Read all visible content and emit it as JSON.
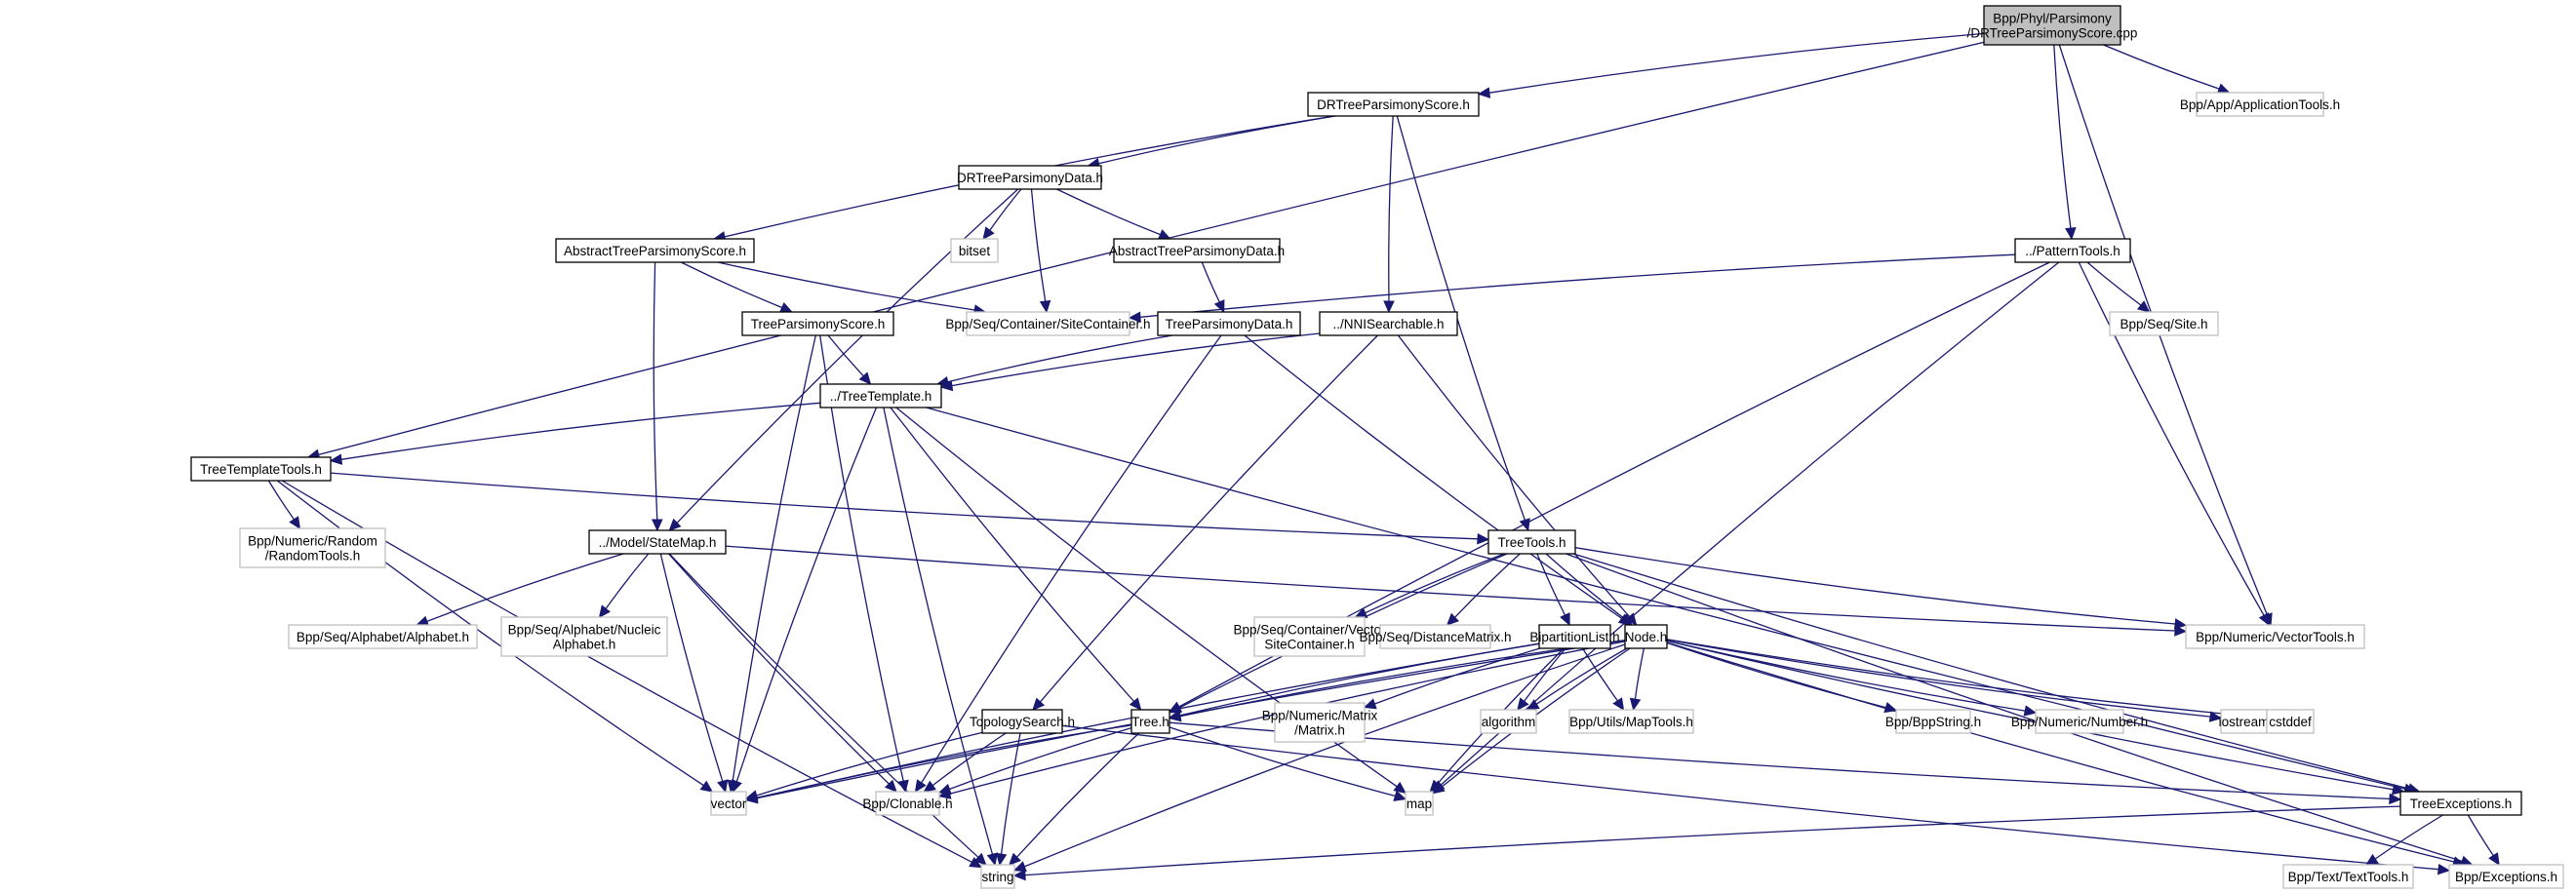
{
  "title": "Bpp/Phyl/Parsimony/DRTreeParsimonyScore.cpp include dependency graph",
  "colors": {
    "edge": "#191970",
    "root_fill": "#bfbfbf",
    "internal_border": "#000000",
    "external_border": "#bfbfbf"
  },
  "nodes": [
    {
      "id": "root",
      "kind": "root",
      "lines": [
        "Bpp/Phyl/Parsimony",
        "/DRTreeParsimonyScore.cpp"
      ]
    },
    {
      "id": "drtps",
      "kind": "internal",
      "lines": [
        "DRTreeParsimonyScore.h"
      ]
    },
    {
      "id": "apptools",
      "kind": "external",
      "lines": [
        "Bpp/App/ApplicationTools.h"
      ]
    },
    {
      "id": "drtpd",
      "kind": "internal",
      "lines": [
        "DRTreeParsimonyData.h"
      ]
    },
    {
      "id": "atps",
      "kind": "internal",
      "lines": [
        "AbstractTreeParsimonyScore.h"
      ]
    },
    {
      "id": "bitset",
      "kind": "external",
      "lines": [
        "bitset"
      ]
    },
    {
      "id": "atpd",
      "kind": "internal",
      "lines": [
        "AbstractTreeParsimonyData.h"
      ]
    },
    {
      "id": "pattern",
      "kind": "internal",
      "lines": [
        "../PatternTools.h"
      ]
    },
    {
      "id": "sitecont",
      "kind": "external",
      "lines": [
        "Bpp/Seq/Container/SiteContainer.h"
      ]
    },
    {
      "id": "tps",
      "kind": "internal",
      "lines": [
        "TreeParsimonyScore.h"
      ]
    },
    {
      "id": "tpd",
      "kind": "internal",
      "lines": [
        "TreeParsimonyData.h"
      ]
    },
    {
      "id": "nni",
      "kind": "internal",
      "lines": [
        "../NNISearchable.h"
      ]
    },
    {
      "id": "site",
      "kind": "external",
      "lines": [
        "Bpp/Seq/Site.h"
      ]
    },
    {
      "id": "treetpl",
      "kind": "internal",
      "lines": [
        "../TreeTemplate.h"
      ]
    },
    {
      "id": "ttt",
      "kind": "internal",
      "lines": [
        "TreeTemplateTools.h"
      ]
    },
    {
      "id": "random",
      "kind": "external",
      "lines": [
        "Bpp/Numeric/Random",
        "/RandomTools.h"
      ]
    },
    {
      "id": "statemap",
      "kind": "internal",
      "lines": [
        "../Model/StateMap.h"
      ]
    },
    {
      "id": "treetools",
      "kind": "internal",
      "lines": [
        "TreeTools.h"
      ]
    },
    {
      "id": "alphabet",
      "kind": "external",
      "lines": [
        "Bpp/Seq/Alphabet/Alphabet.h"
      ]
    },
    {
      "id": "nucleic",
      "kind": "external",
      "lines": [
        "Bpp/Seq/Alphabet/Nucleic",
        "Alphabet.h"
      ]
    },
    {
      "id": "vsc",
      "kind": "external",
      "lines": [
        "Bpp/Seq/Container/Vector",
        "SiteContainer.h"
      ]
    },
    {
      "id": "distmat",
      "kind": "external",
      "lines": [
        "Bpp/Seq/DistanceMatrix.h"
      ]
    },
    {
      "id": "bipart",
      "kind": "internal",
      "lines": [
        "BipartitionList.h"
      ]
    },
    {
      "id": "node",
      "kind": "internal",
      "lines": [
        "Node.h"
      ]
    },
    {
      "id": "vectools",
      "kind": "external",
      "lines": [
        "Bpp/Numeric/VectorTools.h"
      ]
    },
    {
      "id": "topo",
      "kind": "internal",
      "lines": [
        "TopologySearch.h"
      ]
    },
    {
      "id": "tree",
      "kind": "internal",
      "lines": [
        "Tree.h"
      ]
    },
    {
      "id": "matrix",
      "kind": "external",
      "lines": [
        "Bpp/Numeric/Matrix",
        "/Matrix.h"
      ]
    },
    {
      "id": "algorithm",
      "kind": "external",
      "lines": [
        "algorithm"
      ]
    },
    {
      "id": "maptools",
      "kind": "external",
      "lines": [
        "Bpp/Utils/MapTools.h"
      ]
    },
    {
      "id": "bppstring",
      "kind": "external",
      "lines": [
        "Bpp/BppString.h"
      ]
    },
    {
      "id": "number",
      "kind": "external",
      "lines": [
        "Bpp/Numeric/Number.h"
      ]
    },
    {
      "id": "iostream",
      "kind": "external",
      "lines": [
        "iostream"
      ]
    },
    {
      "id": "cstddef",
      "kind": "external",
      "lines": [
        "cstddef"
      ]
    },
    {
      "id": "vector",
      "kind": "external",
      "lines": [
        "vector"
      ]
    },
    {
      "id": "clonable",
      "kind": "external",
      "lines": [
        "Bpp/Clonable.h"
      ]
    },
    {
      "id": "map",
      "kind": "external",
      "lines": [
        "map"
      ]
    },
    {
      "id": "treeexc",
      "kind": "internal",
      "lines": [
        "TreeExceptions.h"
      ]
    },
    {
      "id": "string",
      "kind": "external",
      "lines": [
        "string"
      ]
    },
    {
      "id": "texttools",
      "kind": "external",
      "lines": [
        "Bpp/Text/TextTools.h"
      ]
    },
    {
      "id": "exceptions",
      "kind": "external",
      "lines": [
        "Bpp/Exceptions.h"
      ]
    }
  ],
  "edges": [
    [
      "root",
      "drtps"
    ],
    [
      "root",
      "apptools"
    ],
    [
      "root",
      "pattern"
    ],
    [
      "root",
      "ttt"
    ],
    [
      "root",
      "vectools"
    ],
    [
      "drtps",
      "drtpd"
    ],
    [
      "drtps",
      "atps"
    ],
    [
      "drtps",
      "nni"
    ],
    [
      "drtps",
      "treetools"
    ],
    [
      "drtpd",
      "bitset"
    ],
    [
      "drtpd",
      "atpd"
    ],
    [
      "drtpd",
      "sitecont"
    ],
    [
      "drtpd",
      "statemap"
    ],
    [
      "atps",
      "tps"
    ],
    [
      "atps",
      "sitecont"
    ],
    [
      "atps",
      "statemap"
    ],
    [
      "atpd",
      "tpd"
    ],
    [
      "pattern",
      "sitecont"
    ],
    [
      "pattern",
      "site"
    ],
    [
      "pattern",
      "vectools"
    ],
    [
      "pattern",
      "tree"
    ],
    [
      "pattern",
      "map"
    ],
    [
      "tps",
      "treetpl"
    ],
    [
      "tps",
      "clonable"
    ],
    [
      "tps",
      "vector"
    ],
    [
      "tpd",
      "treetpl"
    ],
    [
      "tpd",
      "node"
    ],
    [
      "tpd",
      "clonable"
    ],
    [
      "nni",
      "treetpl"
    ],
    [
      "nni",
      "topo"
    ],
    [
      "nni",
      "node"
    ],
    [
      "treetpl",
      "ttt"
    ],
    [
      "treetpl",
      "tree"
    ],
    [
      "treetpl",
      "treeexc"
    ],
    [
      "treetpl",
      "vector"
    ],
    [
      "treetpl",
      "map"
    ],
    [
      "treetpl",
      "string"
    ],
    [
      "ttt",
      "random"
    ],
    [
      "ttt",
      "treetools"
    ],
    [
      "ttt",
      "vector"
    ],
    [
      "ttt",
      "string"
    ],
    [
      "statemap",
      "alphabet"
    ],
    [
      "statemap",
      "nucleic"
    ],
    [
      "statemap",
      "vectools"
    ],
    [
      "statemap",
      "vector"
    ],
    [
      "statemap",
      "clonable"
    ],
    [
      "statemap",
      "string"
    ],
    [
      "treetools",
      "vsc"
    ],
    [
      "treetools",
      "distmat"
    ],
    [
      "treetools",
      "bipart"
    ],
    [
      "treetools",
      "node"
    ],
    [
      "treetools",
      "vectools"
    ],
    [
      "treetools",
      "tree"
    ],
    [
      "treetools",
      "treeexc"
    ],
    [
      "treetools",
      "exceptions"
    ],
    [
      "bipart",
      "tree"
    ],
    [
      "bipart",
      "matrix"
    ],
    [
      "bipart",
      "algorithm"
    ],
    [
      "bipart",
      "maptools"
    ],
    [
      "bipart",
      "map"
    ],
    [
      "bipart",
      "vector"
    ],
    [
      "node",
      "tree"
    ],
    [
      "node",
      "algorithm"
    ],
    [
      "node",
      "maptools"
    ],
    [
      "node",
      "bppstring"
    ],
    [
      "node",
      "number"
    ],
    [
      "node",
      "iostream"
    ],
    [
      "node",
      "cstddef"
    ],
    [
      "node",
      "treeexc"
    ],
    [
      "node",
      "clonable"
    ],
    [
      "node",
      "vector"
    ],
    [
      "node",
      "map"
    ],
    [
      "node",
      "string"
    ],
    [
      "node",
      "exceptions"
    ],
    [
      "topo",
      "vector"
    ],
    [
      "topo",
      "clonable"
    ],
    [
      "topo",
      "string"
    ],
    [
      "topo",
      "exceptions"
    ],
    [
      "tree",
      "vector"
    ],
    [
      "tree",
      "clonable"
    ],
    [
      "tree",
      "map"
    ],
    [
      "tree",
      "string"
    ],
    [
      "tree",
      "treeexc"
    ],
    [
      "treeexc",
      "texttools"
    ],
    [
      "treeexc",
      "exceptions"
    ],
    [
      "treeexc",
      "string"
    ]
  ]
}
